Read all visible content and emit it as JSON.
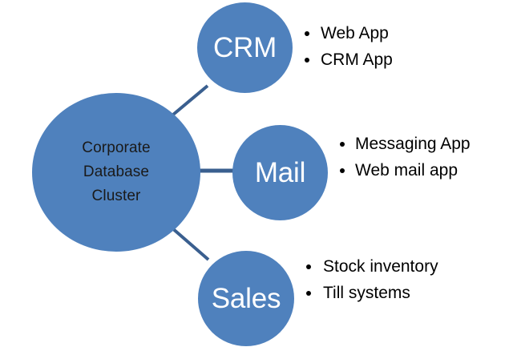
{
  "diagram": {
    "type": "hub-and-spoke",
    "title": "Corporate Database Cluster",
    "colors": {
      "node_fill": "#4f81bd",
      "connector": "#3a5f8f",
      "hub_text": "#1a1a1a",
      "spoke_text": "#ffffff",
      "bullet_text": "#000000",
      "background": "#ffffff"
    },
    "hub": {
      "id": "corporate-database-cluster",
      "label": "Corporate\nDatabase\nCluster",
      "shape": "circle"
    },
    "spokes": [
      {
        "id": "crm",
        "label": "CRM",
        "shape": "circle",
        "bullets": [
          "Web App",
          "CRM App"
        ]
      },
      {
        "id": "mail",
        "label": "Mail",
        "shape": "circle",
        "bullets": [
          "Messaging App",
          "Web mail app"
        ]
      },
      {
        "id": "sales",
        "label": "Sales",
        "shape": "circle",
        "bullets": [
          "Stock inventory",
          "Till systems"
        ]
      }
    ],
    "connectors": [
      {
        "id": "hub-to-crm",
        "from": "corporate-database-cluster",
        "to": "crm"
      },
      {
        "id": "hub-to-mail",
        "from": "corporate-database-cluster",
        "to": "mail"
      },
      {
        "id": "hub-to-sales",
        "from": "corporate-database-cluster",
        "to": "sales"
      }
    ]
  }
}
